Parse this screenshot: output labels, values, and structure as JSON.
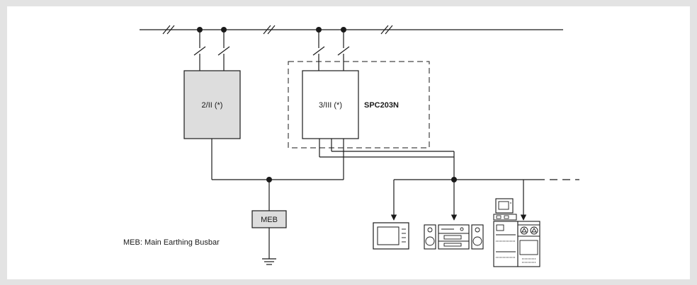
{
  "diagram": {
    "spd_left_label": "2/II (*)",
    "spd_right_label": "3/III (*)",
    "spd_model": "SPC203N",
    "meb_label": "MEB",
    "legend": "MEB: Main Earthing Busbar"
  },
  "colors": {
    "line": "#1a1a1a",
    "box_fill_grey": "#dddddd",
    "box_fill_white": "#ffffff",
    "frame_bg": "#e3e3e3"
  },
  "icons": [
    "monitor-icon",
    "hifi-stereo-icon",
    "computer-workstation-icon"
  ]
}
